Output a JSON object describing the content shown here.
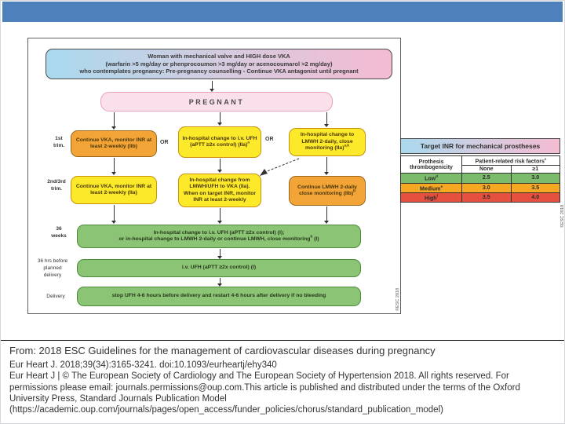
{
  "palette": {
    "top_bar": "#4E80BC",
    "gradient_blue": "#A9D9EE",
    "gradient_pink": "#F4BBD2",
    "box_yellow": "#FBE92A",
    "box_orange": "#F2A437",
    "box_green": "#8BC474",
    "table_green": "#7CBB6C",
    "table_orange": "#F7A823",
    "table_red": "#E6503E"
  },
  "flowchart": {
    "top_box": {
      "line1": "Woman with mechanical valve and HIGH dose VKA",
      "line2": "(warfarin >5 mg/day or phenprocoumon >3 mg/day or acenocoumarol >2 mg/day)",
      "line3": "who contemplates pregnancy: Pre-pregnancy counselling - Continue VKA antagonist until pregnant"
    },
    "pregnant_label": "PREGNANT",
    "or_label": "OR",
    "row_labels": {
      "first_trim": "1st\ntrim.",
      "second_third_trim": "2nd/3rd\ntrim.",
      "weeks_36": "36\nweeks",
      "hrs_36_before": "36 hrs before\nplanned\ndelivery",
      "delivery": "Delivery"
    },
    "first_trim": {
      "box1": {
        "text": "Continue VKA, monitor INR at least 2-weekly (IIb)"
      },
      "box2": {
        "text": "In-hospital change to i.v. UFH (aPTT ≥2x control) (IIa)",
        "sup": "a"
      },
      "box3": {
        "text": "In-hospital change to LMWH 2-daily, close monitoring (IIa)",
        "sup": "a,b"
      }
    },
    "second_third_trim": {
      "box1": {
        "text": "Continue VKA, monitor INR at least 2-weekly (IIa)"
      },
      "box2": {
        "text": "In-hospital change from LMWH/UFH to VKA (IIa). When on target INR, monitor INR at least 2-weekly"
      },
      "box3": {
        "text": "Continue LMWH 2-daily close monitoring (IIb)",
        "sup": "b"
      }
    },
    "weeks_36_box": {
      "line1": "In-hospital change to i.v. UFH (aPTT ≥2x control) (I);",
      "line2_pre": "or in-hospital change to LMWH 2-daily or continue LMWH, close monitoring",
      "line2_sup": "b",
      "line2_post": " (I)"
    },
    "before_delivery_box": {
      "text": "i.v. UFH (aPTT ≥2x control) (I)"
    },
    "delivery_box": {
      "text": "stop UFH 4-6 hours before delivery and restart 4-6 hours after delivery if no bleeding"
    },
    "esc_credit": "©ESC 2018"
  },
  "inr_table": {
    "title": "Target INR for mechanical prostheses",
    "col1_header": "Prothesis thrombogenicity",
    "group_header": "Patient-related risk factors",
    "group_header_sup": "c",
    "sub_none": "None",
    "sub_ge1": "≥1",
    "rows": [
      {
        "label": "Low",
        "sup": "d",
        "none": "2.5",
        "ge1": "3.0"
      },
      {
        "label": "Medium",
        "sup": "e",
        "none": "3.0",
        "ge1": "3.5"
      },
      {
        "label": "High",
        "sup": "f",
        "none": "3.5",
        "ge1": "4.0"
      }
    ]
  },
  "citation": {
    "title": "From: 2018 ESC Guidelines for the management of cardiovascular diseases during pregnancy",
    "journal_line": "Eur Heart J. 2018;39(34):3165-3241. doi:10.1093/eurheartj/ehy340",
    "rights_text": "Eur Heart J | © The European Society of Cardiology and The European Society of Hypertension 2018. All rights reserved. For permissions please email: journals.permissions@oup.com.This article is published and distributed under the terms of the Oxford University Press, Standard Journals Publication Model (https://academic.oup.com/journals/pages/open_access/funder_policies/chorus/standard_publication_model)"
  }
}
